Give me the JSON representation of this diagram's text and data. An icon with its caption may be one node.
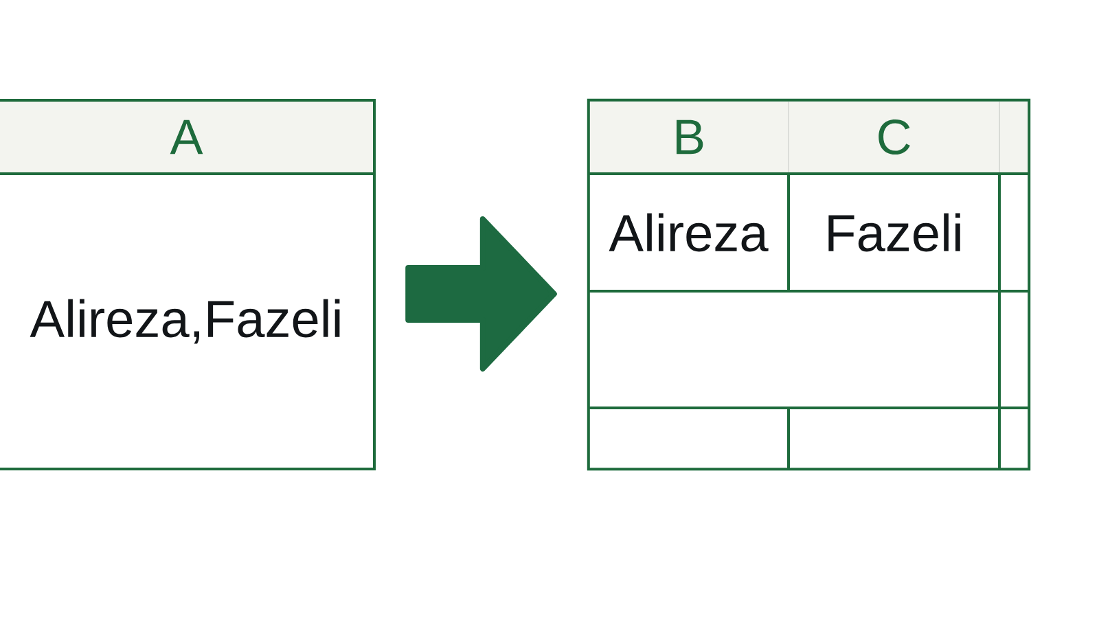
{
  "diagram": {
    "nodes": [
      {
        "text": [],
        "shape": "box"
      },
      {
        "text": [
          "A"
        ],
        "in": 0
      },
      {
        "text": [
          "Alireza,Fazeli"
        ],
        "in": 0
      },
      {
        "text": [],
        "shape": "box"
      },
      {
        "text": [
          "B"
        ],
        "in": 3
      },
      {
        "text": [
          "C"
        ],
        "in": 3
      },
      {
        "text": [
          "Alireza"
        ],
        "in": 3
      },
      {
        "text": [
          "Fazeli"
        ],
        "in": 3
      }
    ],
    "edges": [
      {
        "from": 0,
        "to": 3,
        "arrow": "to",
        "style": "thick"
      }
    ]
  }
}
